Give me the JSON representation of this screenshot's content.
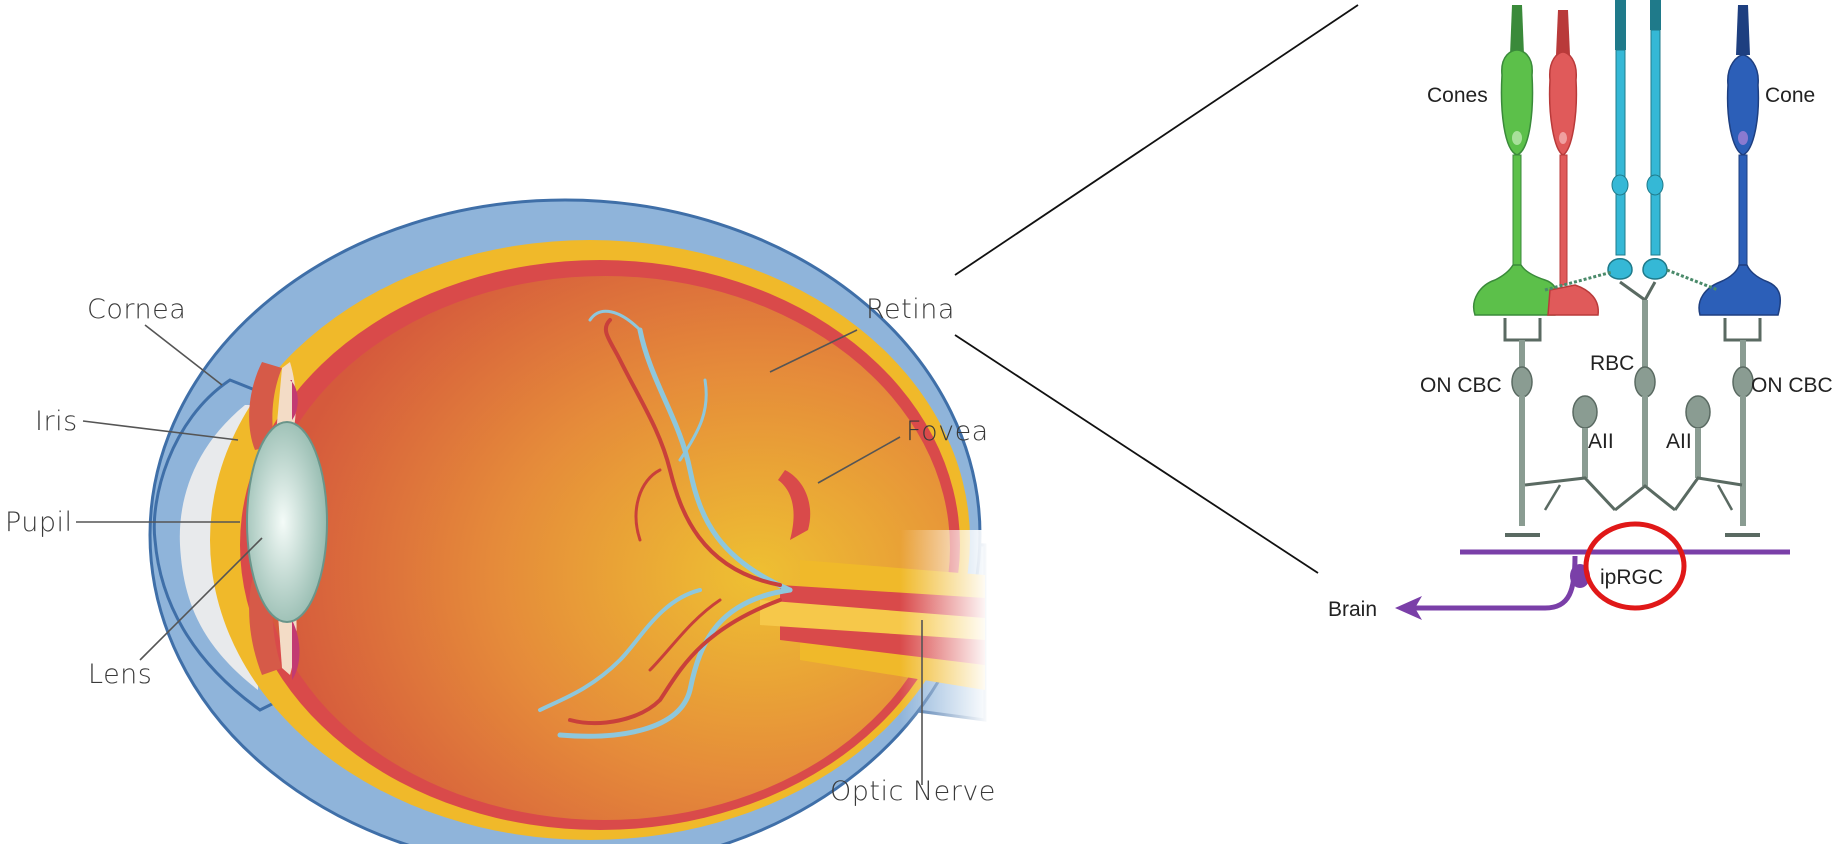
{
  "eye": {
    "labels": {
      "cornea": "Cornea",
      "iris": "Iris",
      "pupil": "Pupil",
      "lens": "Lens",
      "retina": "Retina",
      "fovea": "Fovea",
      "optic_nerve": "Optic Nerve"
    }
  },
  "retina_detail": {
    "labels": {
      "cones": "Cones",
      "cone": "Cone",
      "on_cbc_left": "ON CBC",
      "on_cbc_right": "ON CBC",
      "rbc": "RBC",
      "aii_left": "AII",
      "aii_right": "AII",
      "iprgc": "ipRGC",
      "brain": "Brain"
    }
  },
  "colors": {
    "sclera": "#8fb4da",
    "sclera_outline": "#3f6fa8",
    "choroid": "#f0b92a",
    "retina_layer": "#d94a4a",
    "vitreous_center": "#f0b43a",
    "vitreous_edge": "#d8603a",
    "vessel": "#8ec7dc",
    "cone_green": "#5cc04a",
    "cone_red": "#e05a5a",
    "rod_cyan": "#35b8d6",
    "cone_blue": "#2c5fb8",
    "bipolar_gray": "#8a9c92",
    "iprgc_purple": "#7a3fa8",
    "highlight_circle": "#e01818"
  }
}
